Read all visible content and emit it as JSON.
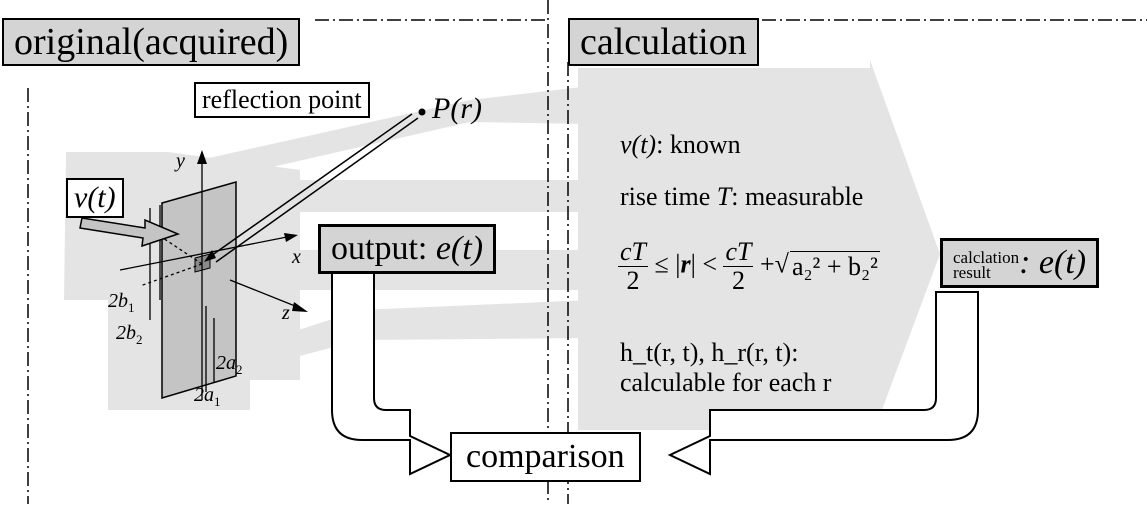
{
  "sections": {
    "left_title": "original(acquired)",
    "right_title": "calculation"
  },
  "callouts": {
    "reflection_point": "reflection point",
    "source_signal": "v(t)"
  },
  "point": {
    "label": "P(r)"
  },
  "axes": {
    "x": "x",
    "y": "y",
    "z": "z"
  },
  "dimensions": {
    "b1": "2b",
    "b1_sub": "1",
    "b2": "2b",
    "b2_sub": "2",
    "a1": "2a",
    "a1_sub": "1",
    "a2": "2a",
    "a2_sub": "2"
  },
  "output_box": {
    "prefix": "output: ",
    "signal": "e(t)"
  },
  "calc_items": {
    "known_sym": "v(t)",
    "known_text": ": known",
    "rise_text": "rise time ",
    "rise_sym": "T",
    "rise_suffix": ": measurable",
    "ineq_num": "cT",
    "ineq_den": "2",
    "ineq_le": "≤ |",
    "ineq_r": "r",
    "ineq_lt": "| <",
    "ineq_plus": "+",
    "ineq_sqrt": "a₂² + b₂²",
    "h_line1": "h_t(r, t), h_r(r, t):",
    "h_line2": "calculable for each r"
  },
  "result_box": {
    "label_top": "calclation",
    "label_bottom": "result",
    "signal": ": e(t)"
  },
  "comparison": "comparison",
  "colors": {
    "arrow_fill": "#e4e4e4",
    "box_gray": "#d4d4d4",
    "plate": "#c4c4c4",
    "patch": "#8a8a8a"
  }
}
